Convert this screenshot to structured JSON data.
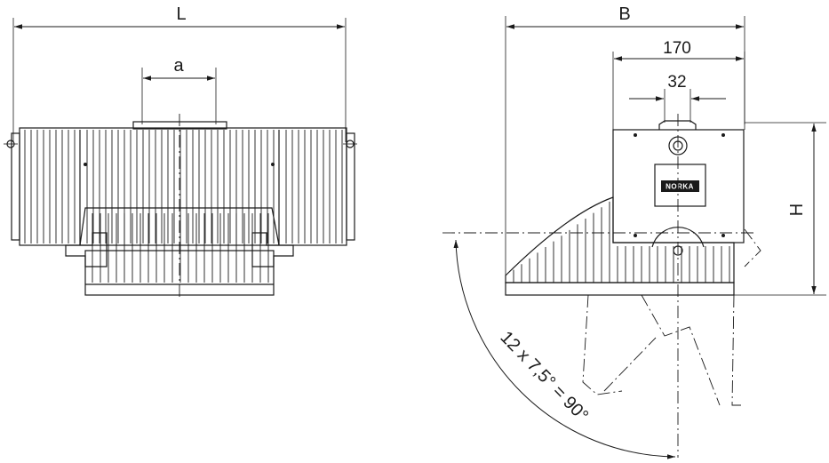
{
  "front_view": {
    "dim_length_label": "L",
    "dim_a_label": "a"
  },
  "side_view": {
    "dim_width_label": "B",
    "dim_170_label": "170",
    "dim_32_label": "32",
    "dim_height_label": "H",
    "tilt_angle_label": "12 x 7,5° = 90°",
    "logo_text": "NORKA"
  },
  "colors": {
    "line": "#1a1a1a",
    "background": "#ffffff"
  }
}
